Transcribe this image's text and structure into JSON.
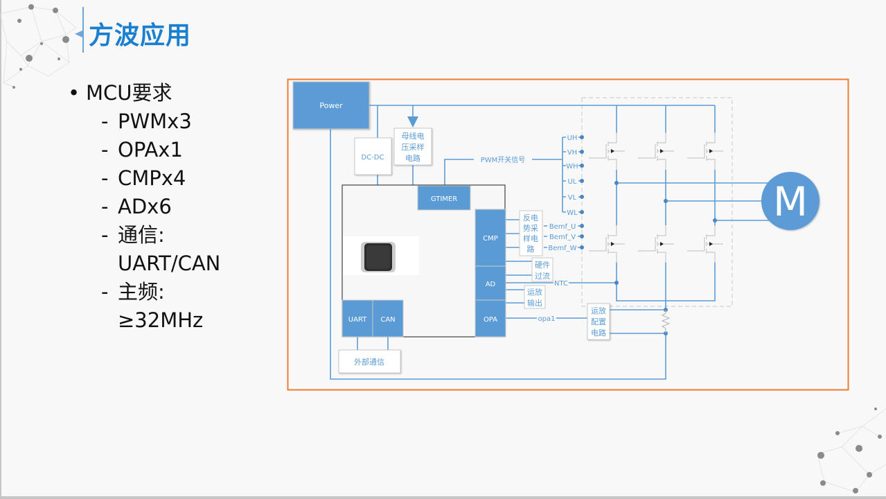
{
  "slide": {
    "title": "方波应用",
    "bullets": {
      "main": "MCU要求",
      "items": [
        {
          "dash": "-",
          "lines": [
            "PWMx3"
          ]
        },
        {
          "dash": "-",
          "lines": [
            "OPAx1"
          ]
        },
        {
          "dash": "-",
          "lines": [
            "CMPx4"
          ]
        },
        {
          "dash": "-",
          "lines": [
            "ADx6"
          ]
        },
        {
          "dash": "-",
          "lines": [
            "通信:",
            "UART/CAN"
          ]
        },
        {
          "dash": "-",
          "lines": [
            "主频:",
            "≥32MHz"
          ]
        }
      ]
    }
  },
  "diagram": {
    "colors": {
      "accent": "#5b9bd5",
      "frame": "#ed7d31",
      "wire": "#5b9bd5",
      "box_text": "#5b9bd5",
      "mosfet": "#c8c8c8",
      "dash_box": "#d0d0d0",
      "mcu_border": "#404040"
    },
    "blocks": {
      "power": "Power",
      "dcdc": "DC-DC",
      "bus_voltage": [
        "母线电",
        "压采样",
        "电路"
      ],
      "gtimer": "GTIMER",
      "cmp": "CMP",
      "ad": "AD",
      "opa": "OPA",
      "uart": "UART",
      "can": "CAN",
      "external_comm": "外部通信",
      "bemf_circuit": [
        "反电",
        "势采",
        "样电",
        "路"
      ],
      "hw_overcurrent": [
        "硬件",
        "过流"
      ],
      "opamp_output": [
        "运放",
        "输出"
      ],
      "opamp_config": [
        "运放",
        "配置",
        "电路"
      ],
      "motor": "M"
    },
    "labels": {
      "pwm_signal": "PWM开关信号",
      "gate_signals": [
        "UH",
        "VH",
        "WH",
        "UL",
        "VL",
        "WL"
      ],
      "bemf": [
        "Bemf_U",
        "Bemf_V",
        "Bemf_W"
      ],
      "ntc": "NTC",
      "opa1": "opa1"
    },
    "icons": {
      "chip": "mcu-chip-icon",
      "mosfet": "mosfet-icon",
      "resistor": "shunt-resistor-icon"
    }
  }
}
